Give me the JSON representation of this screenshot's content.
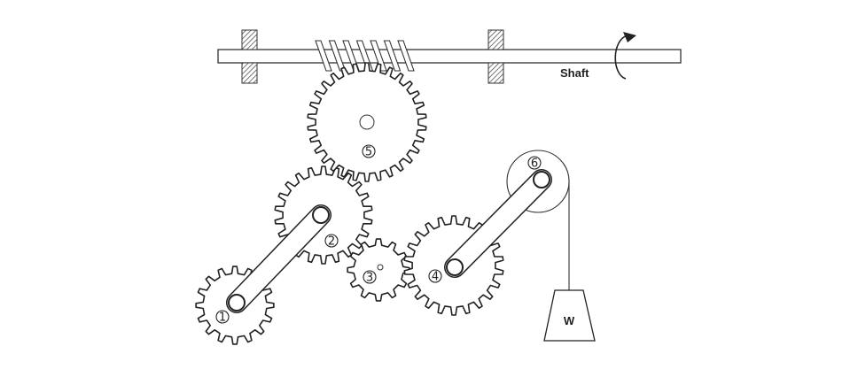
{
  "diagram": {
    "shaft_label": "Shaft",
    "weight_label": "W",
    "gears": [
      {
        "id": "1",
        "label": "1",
        "teeth": 16
      },
      {
        "id": "2",
        "label": "2",
        "teeth": 22
      },
      {
        "id": "3",
        "label": "3",
        "teeth": 12
      },
      {
        "id": "4",
        "label": "4",
        "teeth": 22
      },
      {
        "id": "5",
        "label": "5",
        "teeth": 30
      }
    ],
    "pulley": {
      "id": "6",
      "label": "6"
    },
    "worm_threads": 7
  }
}
